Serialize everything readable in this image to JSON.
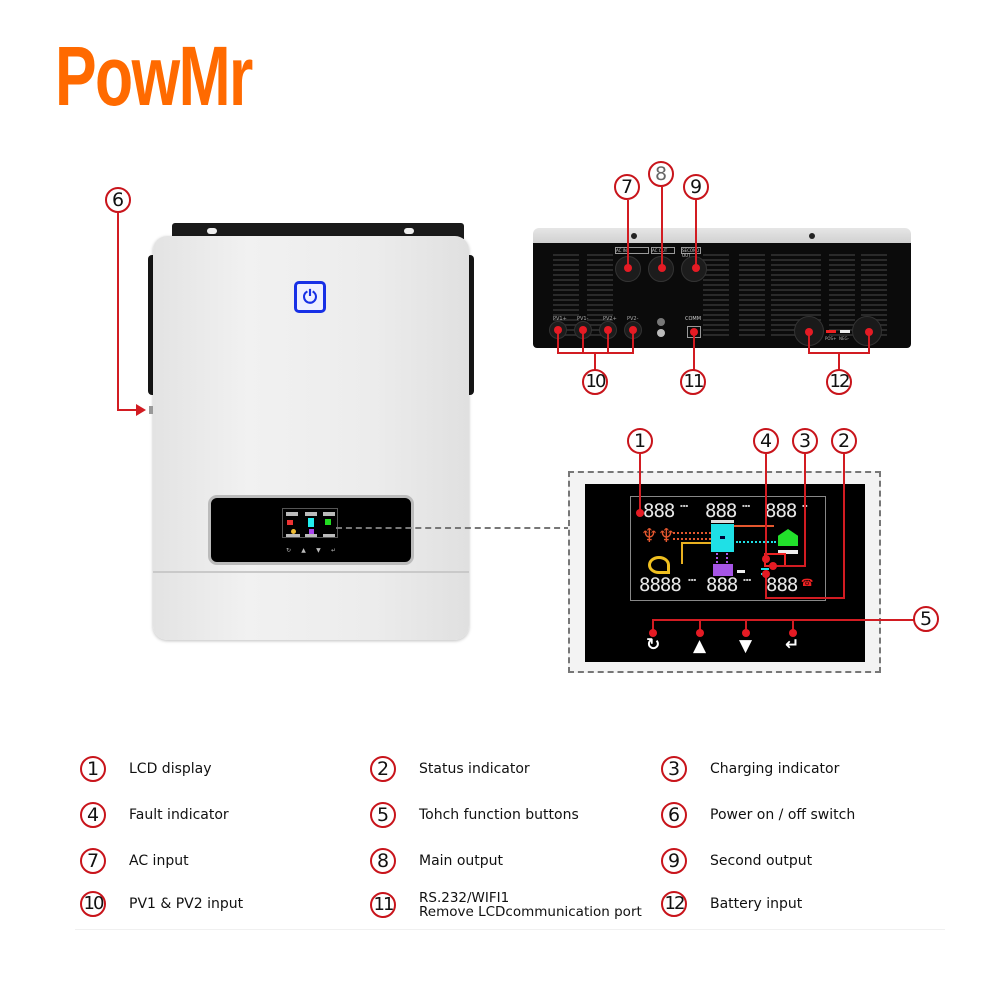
{
  "brand": {
    "logo_text_start": "P",
    "logo_text_o": "o",
    "logo_text_end": "wMr",
    "bolt_icon": "lightning-bolt",
    "color": "#ff6a00"
  },
  "accent_color": "#d21c22",
  "callouts": {
    "c1": "1",
    "c2": "2",
    "c3": "3",
    "c4": "4",
    "c5": "5",
    "c6": "6",
    "c7": "7",
    "c8": "8",
    "c9": "9",
    "c10": "10",
    "c11": "11",
    "c12": "12"
  },
  "front_unit": {
    "power_icon": "power-icon",
    "power_glyph": "⏻",
    "button_glyphs": [
      "↻",
      "▲",
      "▼",
      "↵"
    ]
  },
  "back_unit": {
    "pv_labels": [
      "PV1+",
      "PV1-",
      "PV2+",
      "PV2-"
    ],
    "ac_labels": [
      "AC IN",
      "AC OUT",
      "SECOND OUT"
    ],
    "comm_label": "COMM",
    "battery_labels": [
      "POS+",
      "NEG-"
    ]
  },
  "lcd": {
    "top_left": "888",
    "top_mid": "888",
    "top_right": "888",
    "bottom_left": "8888",
    "bottom_mid": "888",
    "bottom_right": "888",
    "touch_buttons": [
      {
        "name": "escape",
        "glyph": "↻"
      },
      {
        "name": "up",
        "glyph": "▲"
      },
      {
        "name": "down",
        "glyph": "▼"
      },
      {
        "name": "enter",
        "glyph": "↵"
      }
    ]
  },
  "legend": [
    {
      "num": "1",
      "label": "LCD display"
    },
    {
      "num": "2",
      "label": "Status indicator"
    },
    {
      "num": "3",
      "label": "Charging indicator"
    },
    {
      "num": "4",
      "label": "Fault indicator"
    },
    {
      "num": "5",
      "label": "Tohch function buttons"
    },
    {
      "num": "6",
      "label": "Power on / off switch"
    },
    {
      "num": "7",
      "label": "AC input"
    },
    {
      "num": "8",
      "label": "Main output"
    },
    {
      "num": "9",
      "label": "Second output"
    },
    {
      "num": "10",
      "label": "PV1 & PV2 input"
    },
    {
      "num": "11",
      "label": "RS.232/WIFI1",
      "label_line2": "Remove LCDcommunication port"
    },
    {
      "num": "12",
      "label": "Battery input"
    }
  ]
}
